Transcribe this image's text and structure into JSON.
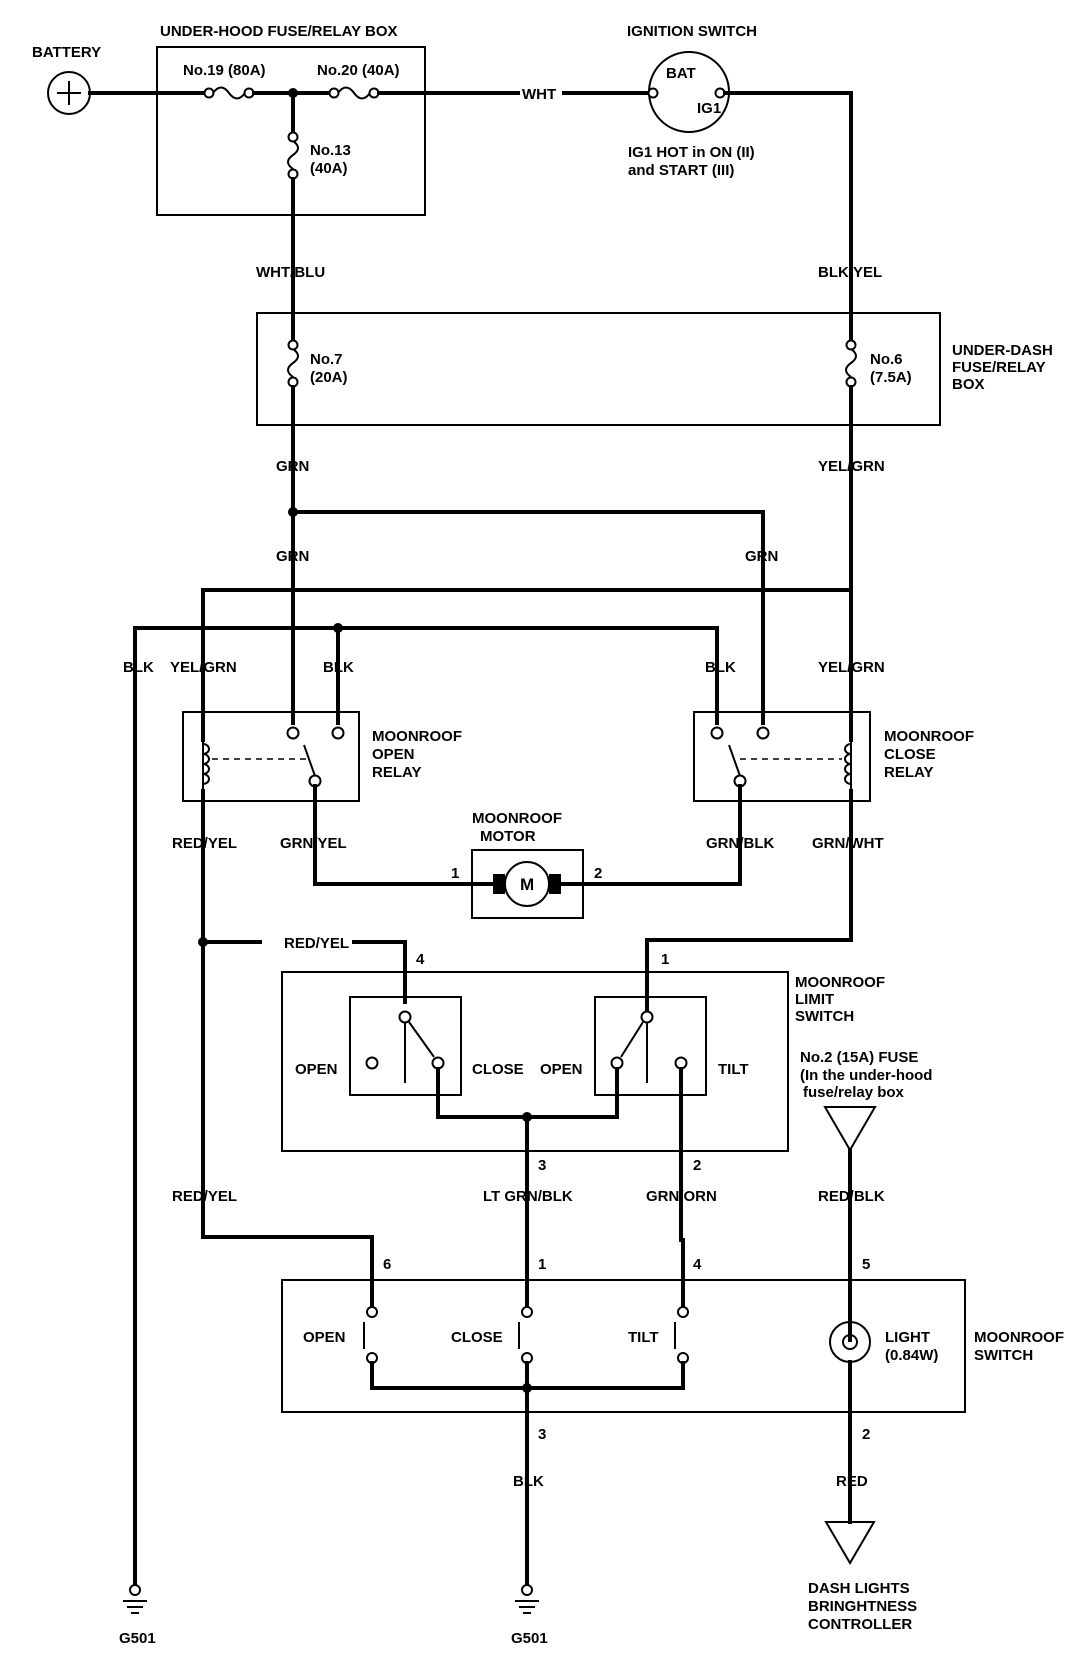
{
  "labels": {
    "battery": "BATTERY",
    "underhood_box": "UNDER-HOOD FUSE/RELAY BOX",
    "fuse19": "No.19 (80A)",
    "fuse20": "No.20 (40A)",
    "fuse13_a": "No.13",
    "fuse13_b": "(40A)",
    "ign_switch": "IGNITION SWITCH",
    "bat": "BAT",
    "ig1": "IG1",
    "ig1_note_a": "IG1 HOT in ON (II)",
    "ig1_note_b": "and START (III)",
    "wht": "WHT",
    "wht_blu": "WHT/BLU",
    "blk_yel": "BLK/YEL",
    "underdash_a": "UNDER-DASH",
    "underdash_b": "FUSE/RELAY",
    "underdash_c": "BOX",
    "fuse7_a": "No.7",
    "fuse7_b": "(20A)",
    "fuse6_a": "No.6",
    "fuse6_b": "(7.5A)",
    "grn": "GRN",
    "yel_grn": "YEL/GRN",
    "blk": "BLK",
    "open_relay_a": "MOONROOF",
    "open_relay_b": "OPEN",
    "open_relay_c": "RELAY",
    "close_relay_a": "MOONROOF",
    "close_relay_b": "CLOSE",
    "close_relay_c": "RELAY",
    "red_yel": "RED/YEL",
    "grn_yel": "GRN/YEL",
    "grn_blk": "GRN/BLK",
    "grn_wht": "GRN/WHT",
    "motor_a": "MOONROOF",
    "motor_b": "MOTOR",
    "motor_m": "M",
    "limit_a": "MOONROOF",
    "limit_b": "LIMIT",
    "limit_c": "SWITCH",
    "open": "OPEN",
    "close": "CLOSE",
    "tilt": "TILT",
    "fuse2_a": "No.2 (15A) FUSE",
    "fuse2_b": "(In the under-hood",
    "fuse2_c": "fuse/relay box",
    "lt_grn_blk": "LT GRN/BLK",
    "grn_orn": "GRN/ORN",
    "red_blk": "RED/BLK",
    "light_a": "LIGHT",
    "light_b": "(0.84W)",
    "mswitch_a": "MOONROOF",
    "mswitch_b": "SWITCH",
    "red": "RED",
    "g501": "G501",
    "dash_a": "DASH LIGHTS",
    "dash_b": "BRINGHTNESS",
    "dash_c": "CONTROLLER",
    "p1": "1",
    "p2": "2",
    "p3": "3",
    "p4": "4",
    "p5": "5",
    "p6": "6"
  }
}
